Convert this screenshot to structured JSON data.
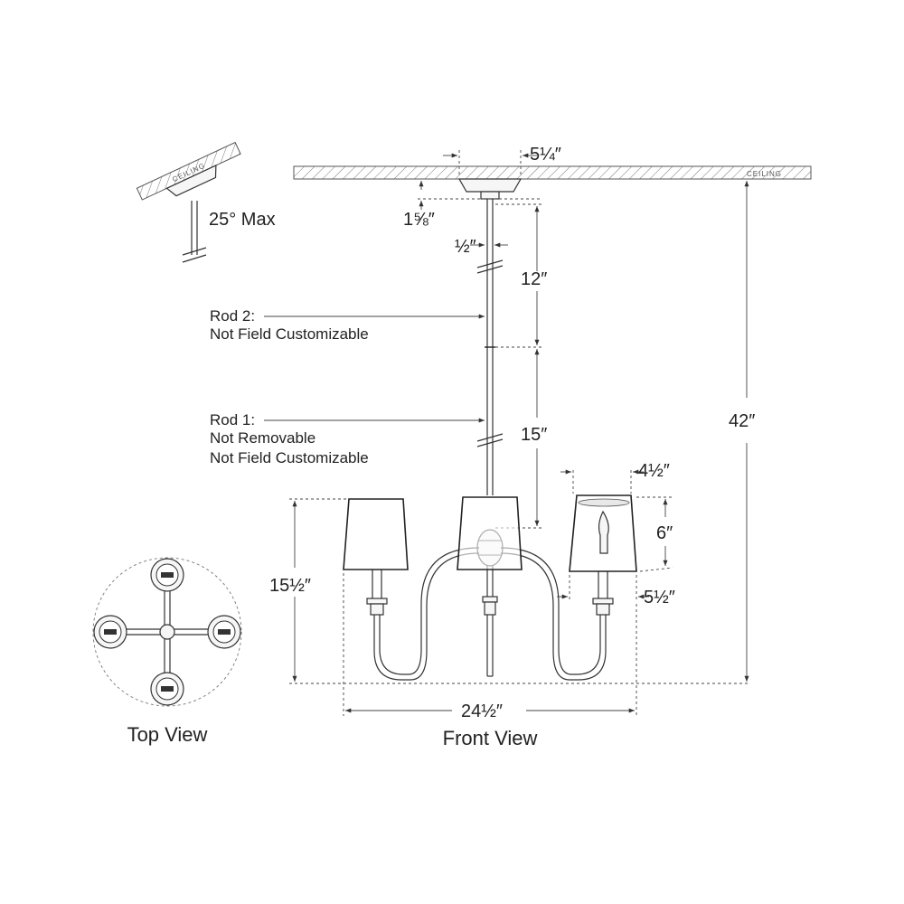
{
  "dimensions": {
    "canopy_width": "5¼″",
    "canopy_height": "1⅝″",
    "rod_diameter": "½″",
    "rod2_length": "12″",
    "rod1_length": "15″",
    "overall_height": "42″",
    "fixture_height": "15½″",
    "fixture_width": "24½″",
    "shade_top": "4½″",
    "shade_height": "6″",
    "shade_bottom": "5½″"
  },
  "angle": {
    "label": "25° Max",
    "ceiling_text": "CEILING"
  },
  "ceiling_text": "CEILING",
  "rod2": {
    "title": "Rod 2:",
    "line1": "Not Field Customizable"
  },
  "rod1": {
    "title": "Rod 1:",
    "line1": "Not Removable",
    "line2": "Not Field Customizable"
  },
  "views": {
    "top": "Top View",
    "front": "Front View"
  },
  "colors": {
    "line": "#333333",
    "background": "#ffffff"
  }
}
